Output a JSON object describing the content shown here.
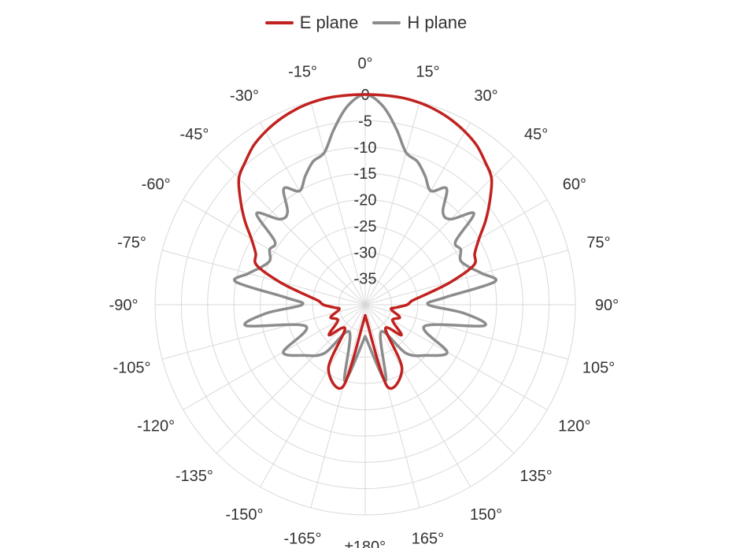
{
  "chart_data": {
    "type": "line",
    "subtype": "polar",
    "title": "",
    "angle_labels": [
      "0°",
      "15°",
      "30°",
      "45°",
      "60°",
      "75°",
      "90°",
      "105°",
      "120°",
      "135°",
      "150°",
      "165°",
      "±180°",
      "-165°",
      "-150°",
      "-135°",
      "-120°",
      "-105°",
      "-90°",
      "-75°",
      "-60°",
      "-45°",
      "-30°",
      "-15°"
    ],
    "radial_labels": [
      "0",
      "-5",
      "-10",
      "-15",
      "-20",
      "-25",
      "-30",
      "-35"
    ],
    "radial_range": [
      -40,
      0
    ],
    "grid": true,
    "legend_position": "top",
    "angle": [
      -180,
      -165,
      -150,
      -140,
      -130,
      -120,
      -110,
      -100,
      -95,
      -90,
      -85,
      -80,
      -75,
      -70,
      -65,
      -60,
      -55,
      -50,
      -45,
      -40,
      -35,
      -30,
      -25,
      -20,
      -15,
      -10,
      -5,
      0,
      5,
      10,
      15,
      20,
      25,
      30,
      35,
      40,
      45,
      50,
      55,
      60,
      65,
      70,
      75,
      80,
      85,
      90,
      95,
      100,
      110,
      120,
      130,
      140,
      150,
      165,
      180
    ],
    "series": [
      {
        "name": "E plane",
        "color": "#c0221f",
        "values": [
          -38,
          -24,
          -26,
          -34,
          -31,
          -34,
          -33,
          -35,
          -34,
          -32,
          -31,
          -28,
          -23,
          -18,
          -17,
          -15,
          -12,
          -9,
          -6,
          -4.5,
          -3,
          -2,
          -1.2,
          -0.6,
          -0.2,
          0,
          0,
          0,
          0,
          0,
          -0.2,
          -0.6,
          -1.2,
          -2,
          -3,
          -4.5,
          -6,
          -9,
          -12,
          -15,
          -17,
          -18,
          -23,
          -28,
          -31,
          -32,
          -34,
          -35,
          -33,
          -34,
          -31,
          -34,
          -26,
          -24,
          -38
        ]
      },
      {
        "name": "H plane",
        "color": "#8c8c8c",
        "values": [
          -34,
          -25,
          -34,
          -28,
          -25,
          -22,
          -28,
          -17,
          -21,
          -28,
          -25,
          -15,
          -17,
          -19,
          -20,
          -19,
          -19,
          -13,
          -17,
          -17,
          -13,
          -15,
          -13,
          -11,
          -10,
          -6,
          -2,
          0,
          -2,
          -6,
          -10,
          -11,
          -13,
          -15,
          -13,
          -17,
          -17,
          -13,
          -19,
          -19,
          -20,
          -19,
          -17,
          -15,
          -25,
          -28,
          -21,
          -17,
          -28,
          -22,
          -25,
          -28,
          -34,
          -25,
          -34
        ]
      }
    ]
  }
}
